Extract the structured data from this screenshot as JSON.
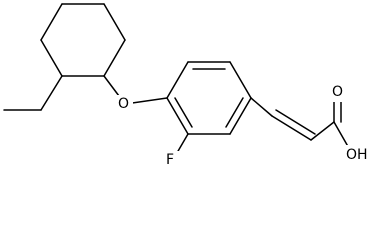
{
  "molecule": {
    "atom_labels": {
      "ether_oxygen": "O",
      "fluorine": "F",
      "hydroxyl": "OH",
      "carbonyl_oxygen": "O"
    },
    "colors": {
      "bond": "#000000",
      "label": "#000000",
      "background": "#ffffff"
    }
  }
}
